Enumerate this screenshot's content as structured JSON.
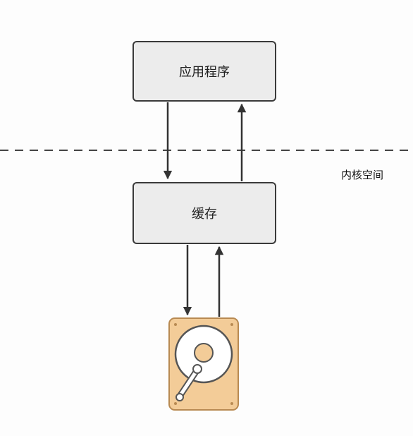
{
  "layers": {
    "application": {
      "label": "应用程序"
    },
    "cache": {
      "label": "缓存"
    },
    "kernel_space": {
      "label": "内核空间"
    }
  },
  "device": {
    "icon": "hard-disk-icon"
  },
  "flows": [
    {
      "from": "application",
      "to": "cache"
    },
    {
      "from": "cache",
      "to": "application"
    },
    {
      "from": "cache",
      "to": "disk"
    },
    {
      "from": "disk",
      "to": "cache"
    }
  ],
  "colors": {
    "box_fill": "#ececec",
    "box_border": "#3a3a3a",
    "disk_fill": "#f3cc98",
    "disk_border": "#b88a52"
  }
}
